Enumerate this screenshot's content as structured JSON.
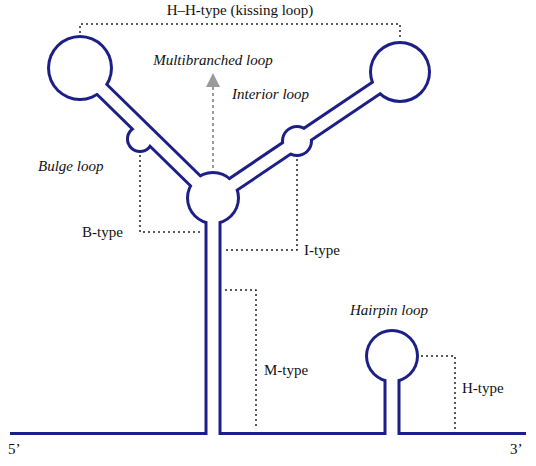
{
  "diagram": {
    "labels": [
      "H–H-type (kissing loop)",
      "Multibranched loop",
      "Interior loop",
      "Bulge loop",
      "B-type",
      "I-type",
      "M-type",
      "Hairpin loop",
      "H-type",
      "5’",
      "3’"
    ]
  }
}
